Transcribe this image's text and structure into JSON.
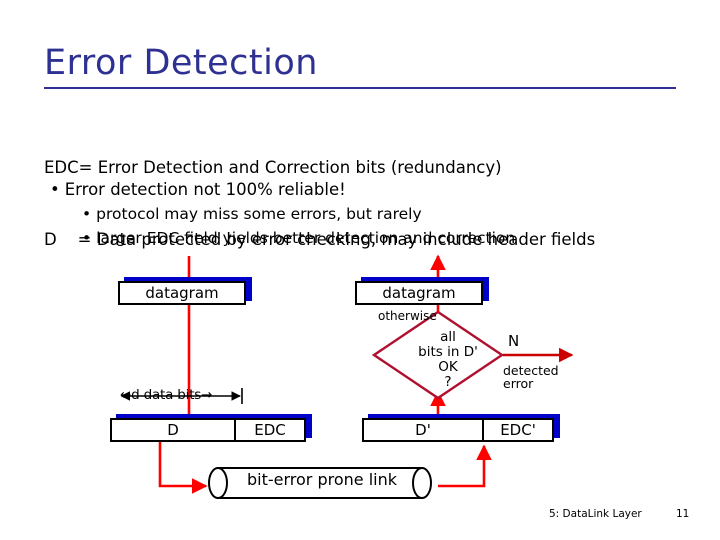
{
  "slide": {
    "title": "Error Detection",
    "title_color": "#2e3192",
    "definitions": [
      "EDC= Error Detection and Correction bits (redundancy)",
      "D    = Data protected by error checking, may include header fields"
    ],
    "bullets": {
      "level1": "Error detection not 100% reliable!",
      "level2": [
        "protocol may miss some errors, but rarely",
        "larger EDC field yields better detection and correction"
      ],
      "bullet_glyph": "•"
    }
  },
  "diagram": {
    "sender": {
      "datagram_box": "datagram",
      "d_field": "D",
      "edc_field": "EDC",
      "data_bits_label": "←d data bits→"
    },
    "receiver": {
      "datagram_box": "datagram",
      "d_field": "D'",
      "edc_field": "EDC'",
      "otherwise_label": "otherwise",
      "decision": {
        "line1": "all",
        "line2": "bits in D'",
        "line3": "OK",
        "line4": "?"
      },
      "no_branch_label": "N",
      "error_label_line1": "detected",
      "error_label_line2": "error"
    },
    "link": {
      "label": "bit-error prone link"
    },
    "colors": {
      "flow_red": "#ff0000",
      "diamond_red": "#b01030",
      "box_shadow_blue": "#0000c8",
      "box_border": "#000000"
    }
  },
  "footer": {
    "chapter": "5: DataLink Layer",
    "page_number": "11"
  }
}
